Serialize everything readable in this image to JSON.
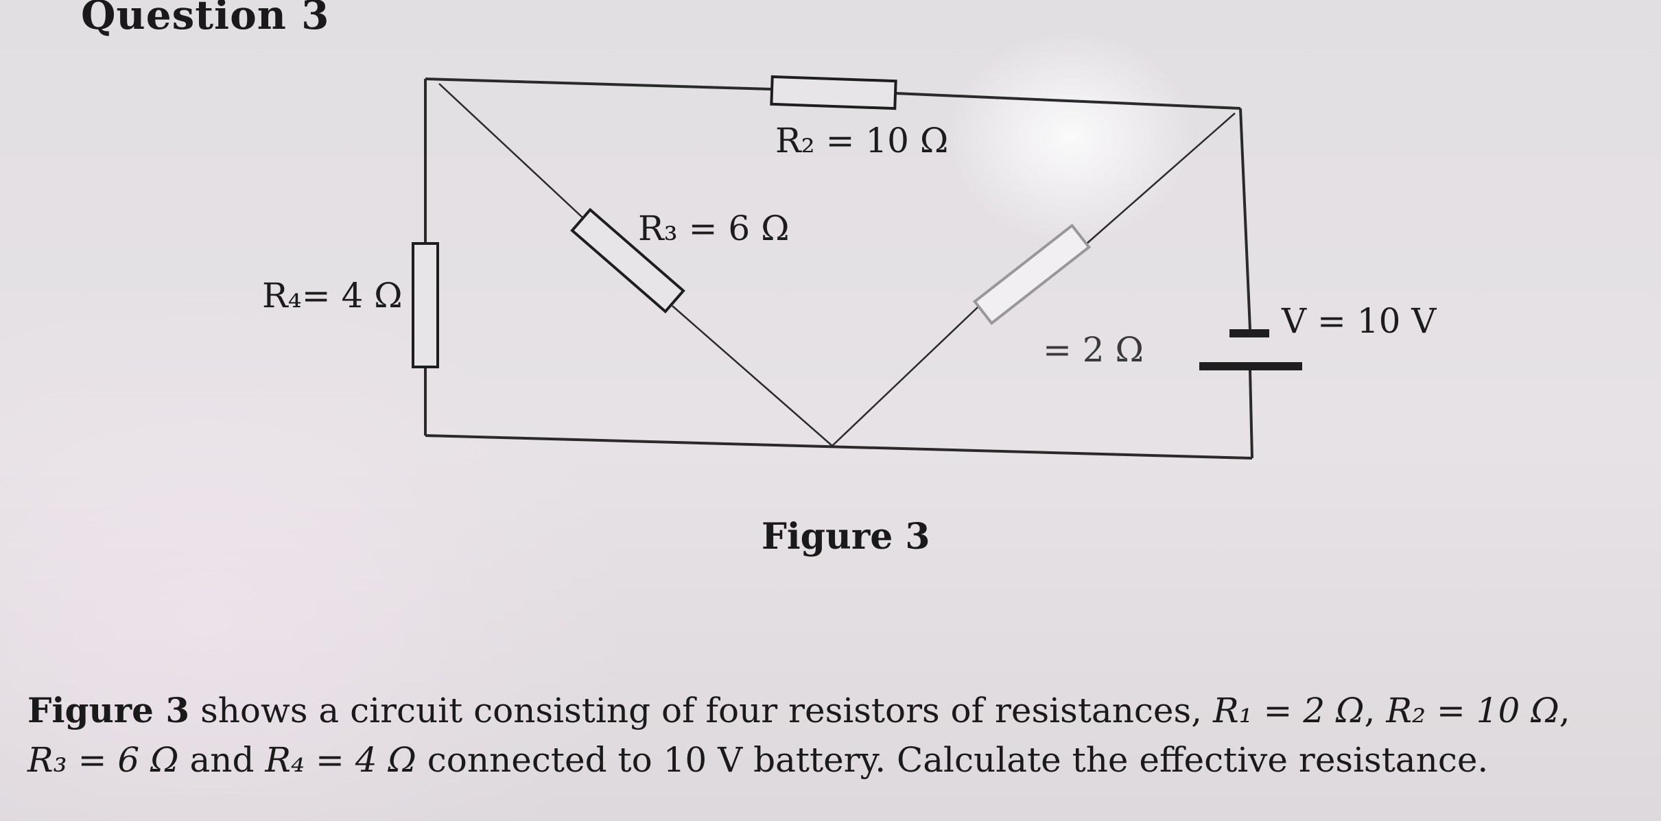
{
  "question": {
    "title": "Question 3"
  },
  "figure": {
    "caption": "Figure 3",
    "labels": {
      "r2": "R₂ = 10 Ω",
      "r3": "R₃ = 6 Ω",
      "r4": "R₄= 4 Ω",
      "r1": "= 2 Ω",
      "battery": "V = 10 V"
    }
  },
  "problem": {
    "lead": "Figure 3",
    "text_1": " shows a circuit consisting of four resistors of resistances, ",
    "r1": "R₁ = 2 Ω",
    "sep_1": ", ",
    "r2": "R₂ = 10 Ω",
    "sep_2": ",",
    "r3": "R₃ = 6 Ω",
    "and_1": " and ",
    "r4": "R₄ = 4 Ω",
    "text_2": " connected to 10 V battery. Calculate the effective resistance."
  }
}
